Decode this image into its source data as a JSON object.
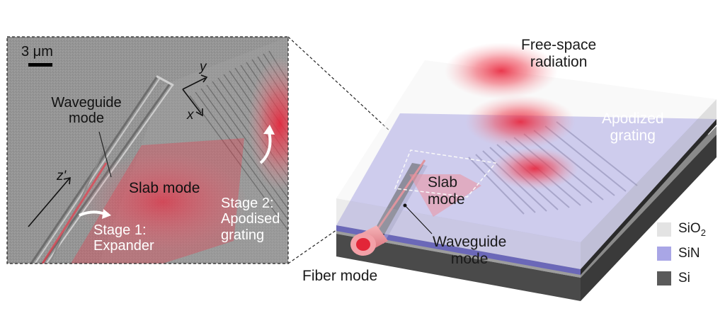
{
  "sem_panel": {
    "scale_bar": "3 μm",
    "axis_y": "y",
    "axis_x": "x",
    "axis_z": "z'",
    "waveguide_mode": [
      "Waveguide",
      "mode"
    ],
    "slab_mode": "Slab mode",
    "stage1": [
      "Stage 1:",
      "Expander"
    ],
    "stage2": [
      "Stage 2:",
      "Apodised",
      "grating"
    ]
  },
  "device": {
    "free_space": [
      "Free-space",
      "radiation"
    ],
    "apodized": [
      "Apodized",
      "grating"
    ],
    "slab": [
      "Slab",
      "mode"
    ],
    "waveguide_mode": [
      "Waveguide",
      "mode"
    ],
    "fiber_mode": "Fiber mode"
  },
  "legend": [
    {
      "label": "SiO",
      "sub": "2",
      "color": "#e3e3e3"
    },
    {
      "label": "SiN",
      "sub": "",
      "color": "#a9a6e6"
    },
    {
      "label": "Si",
      "sub": "",
      "color": "#5a5a5a"
    }
  ]
}
